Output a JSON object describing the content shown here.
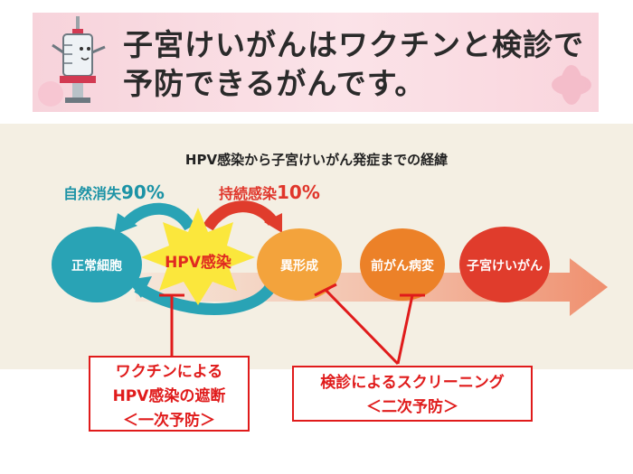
{
  "banner": {
    "title_line1": "子宮けいがんはワクチンと検診で",
    "title_line2": "予防できるがんです。",
    "mascot": "syringe-mascot"
  },
  "diagram": {
    "title": "HPV感染から子宮けいがん発症までの経緯",
    "natural": {
      "text": "自然消失",
      "pct": "90%"
    },
    "persist": {
      "text": "持続感染",
      "pct": "10%"
    },
    "stages": [
      "正常細胞",
      "HPV感染",
      "異形成",
      "前がん病変",
      "子宮けいがん"
    ]
  },
  "callouts": {
    "primary": [
      "ワクチンによる",
      "HPV感染の遮断",
      "＜一次予防＞"
    ],
    "secondary": [
      "検診によるスクリーニング",
      "＜二次予防＞"
    ]
  },
  "colors": {
    "teal": "#29a3b5",
    "red": "#e03c2c",
    "yellow": "#fbe73c",
    "orange": "#f3a33c",
    "dark_orange": "#ec8128",
    "banner_pink": "#f8d7de"
  }
}
